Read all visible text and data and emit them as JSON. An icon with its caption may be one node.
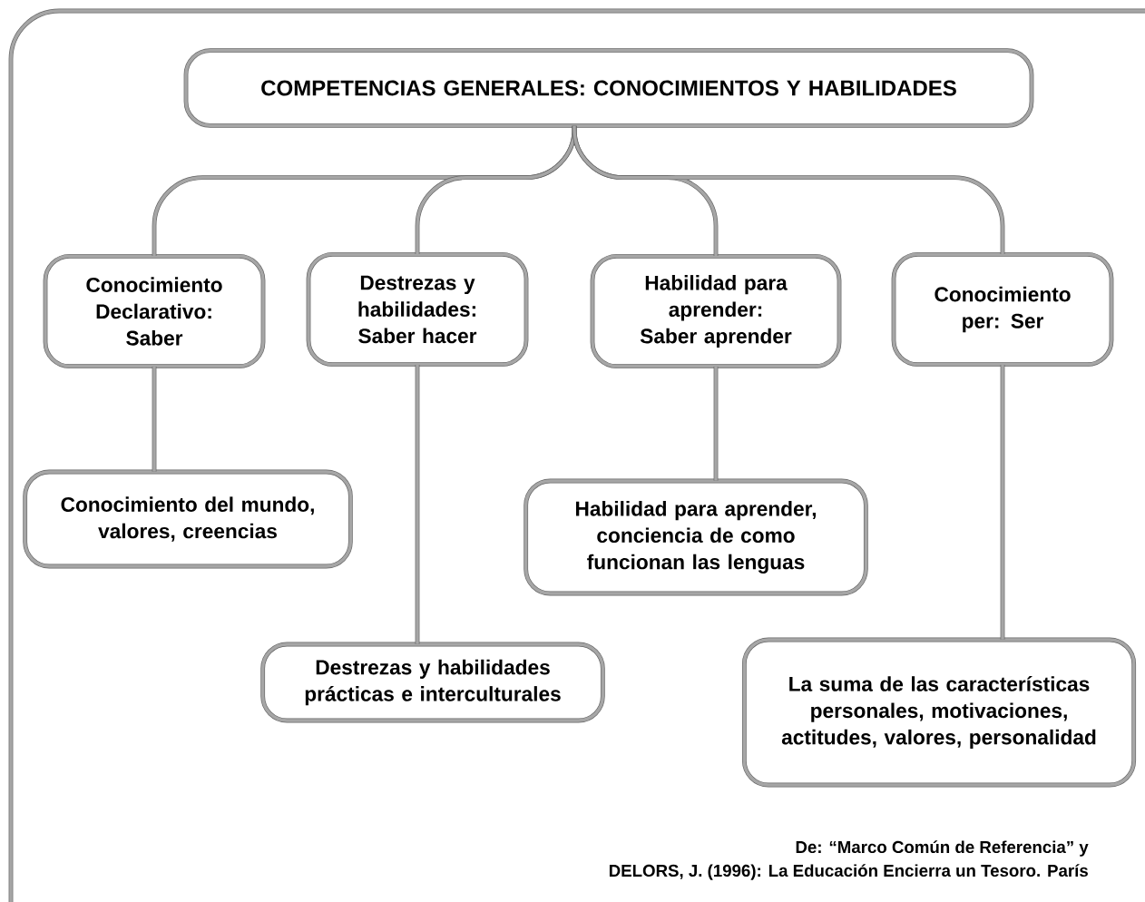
{
  "diagram": {
    "nodes": [
      {
        "text": [
          "COMPETENCIAS GENERALES: CONOCIMIENTOS Y HABILIDADES"
        ]
      },
      {
        "text": [
          "Conocimiento Declarativo: Saber"
        ]
      },
      {
        "text": [
          "Destrezas y habilidades: Saber hacer"
        ]
      },
      {
        "text": [
          "Habilidad para aprender: Saber aprender"
        ]
      },
      {
        "text": [
          "Conocimiento per: Ser"
        ]
      },
      {
        "text": [
          "Conocimiento del mundo, valores, creencias"
        ]
      },
      {
        "text": [
          "Habilidad para aprender, conciencia de como funcionan las lenguas"
        ]
      },
      {
        "text": [
          "Destrezas y habilidades prácticas e interculturales"
        ]
      },
      {
        "text": [
          "La suma de las características personales, motivaciones, actitudes, valores, personalidad"
        ]
      }
    ],
    "edges": [
      {
        "from": 0,
        "to": 1,
        "arrow": "none"
      },
      {
        "from": 0,
        "to": 2,
        "arrow": "none"
      },
      {
        "from": 0,
        "to": 3,
        "arrow": "none"
      },
      {
        "from": 0,
        "to": 4,
        "arrow": "none"
      },
      {
        "from": 1,
        "to": 5,
        "arrow": "none"
      },
      {
        "from": 2,
        "to": 7,
        "arrow": "none"
      },
      {
        "from": 3,
        "to": 6,
        "arrow": "none"
      },
      {
        "from": 4,
        "to": 8,
        "arrow": "none"
      }
    ],
    "labels": [
      "De: “Marco Común de Referencia” y",
      "DELORS, J. (1996): La Educación Encierra un Tesoro. París"
    ]
  }
}
